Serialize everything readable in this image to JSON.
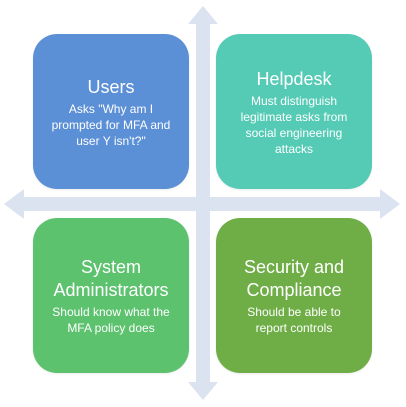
{
  "colors": {
    "axis": "#dbe3f1",
    "users": "#5b8fd6",
    "helpdesk": "#55cbb5",
    "sysadmin": "#5cc26e",
    "security": "#6fae47"
  },
  "quadrants": {
    "users": {
      "title": "Users",
      "body": "Asks \"Why am I prompted for MFA and user Y isn't?\""
    },
    "helpdesk": {
      "title": "Helpdesk",
      "body": "Must distinguish legitimate asks from social engineering attacks"
    },
    "sysadmin": {
      "title": "System Administrators",
      "body": "Should know what the MFA policy does"
    },
    "security": {
      "title": "Security and Compliance",
      "body": "Should be able to report controls"
    }
  }
}
